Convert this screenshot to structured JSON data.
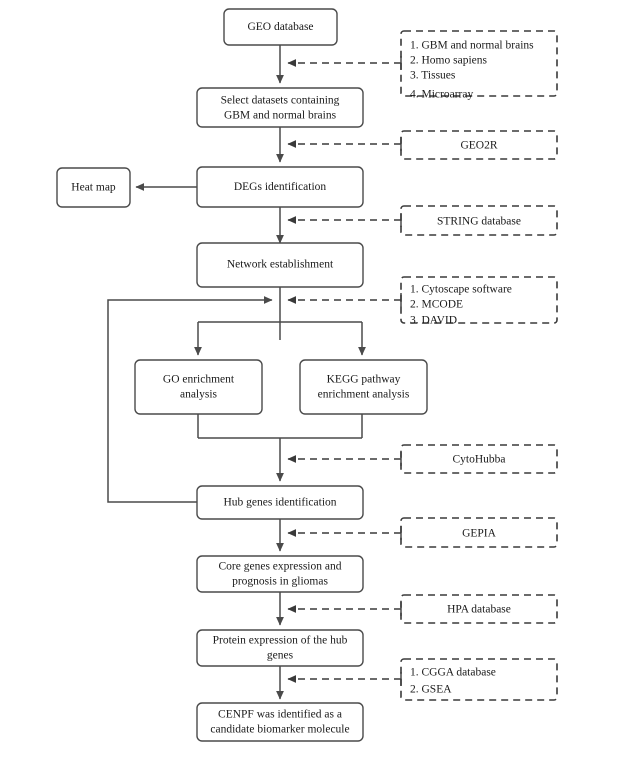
{
  "diagram": {
    "title": "GBM biomarker identification workflow",
    "colors": {
      "box_stroke": "#4a4a4a",
      "dashed_stroke": "#3a3a3a",
      "text": "#1a1a1a",
      "background": "#ffffff"
    },
    "process_nodes": [
      {
        "id": "geo",
        "lines": [
          "GEO database"
        ]
      },
      {
        "id": "select",
        "lines": [
          "Select datasets containing",
          "GBM and normal brains"
        ]
      },
      {
        "id": "degs",
        "lines": [
          "DEGs identification"
        ]
      },
      {
        "id": "heatmap",
        "lines": [
          "Heat map"
        ]
      },
      {
        "id": "network",
        "lines": [
          "Network establishment"
        ]
      },
      {
        "id": "go",
        "lines": [
          "GO enrichment",
          "analysis"
        ]
      },
      {
        "id": "kegg",
        "lines": [
          "KEGG pathway",
          "enrichment analysis"
        ]
      },
      {
        "id": "hub",
        "lines": [
          "Hub genes identification"
        ]
      },
      {
        "id": "core",
        "lines": [
          "Core genes expression and",
          "prognosis in gliomas"
        ]
      },
      {
        "id": "protein",
        "lines": [
          "Protein expression of the hub",
          "genes"
        ]
      },
      {
        "id": "cenpf",
        "lines": [
          "CENPF was identified as a",
          "candidate biomarker molecule"
        ]
      }
    ],
    "annotation_nodes": [
      {
        "id": "criteria",
        "align": "left",
        "lines": [
          "1. GBM and normal brains",
          "2. Homo sapiens",
          "3. Tissues",
          "4. Microarray"
        ]
      },
      {
        "id": "geo2r",
        "align": "center",
        "lines": [
          "GEO2R"
        ]
      },
      {
        "id": "string",
        "align": "center",
        "lines": [
          "STRING database"
        ]
      },
      {
        "id": "tools",
        "align": "left",
        "lines": [
          "1. Cytoscape software",
          "2. MCODE",
          "3. DAVID"
        ]
      },
      {
        "id": "cytohubba",
        "align": "center",
        "lines": [
          "CytoHubba"
        ]
      },
      {
        "id": "gepia",
        "align": "center",
        "lines": [
          "GEPIA"
        ]
      },
      {
        "id": "hpa",
        "align": "center",
        "lines": [
          "HPA database"
        ]
      },
      {
        "id": "cgga",
        "align": "left",
        "lines": [
          "1. CGGA database",
          "2. GSEA"
        ]
      }
    ]
  }
}
